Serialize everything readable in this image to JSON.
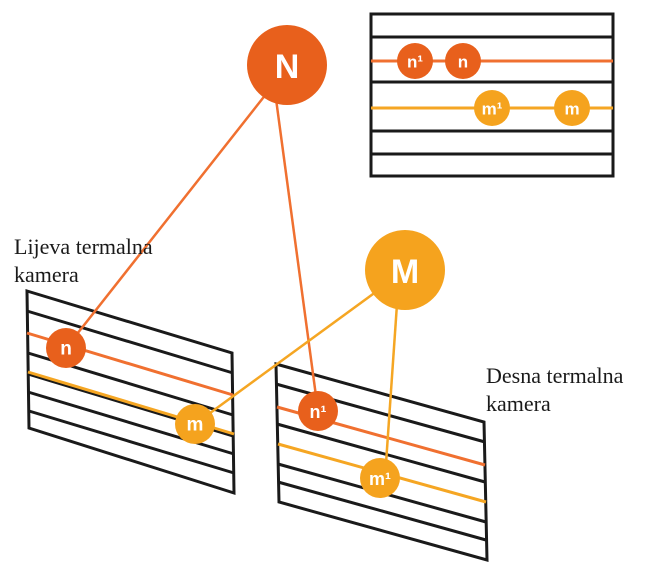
{
  "points": {
    "big_n": "N",
    "big_m": "M",
    "left_n": "n",
    "left_m": "m",
    "right_n": "n¹",
    "right_m": "m¹",
    "inset_n1": "n¹",
    "inset_n": "n",
    "inset_m1": "m¹",
    "inset_m": "m"
  },
  "labels": {
    "left_camera": [
      "Lijeva termalna",
      "kamera"
    ],
    "right_camera": [
      "Desna termalna",
      "kamera"
    ]
  },
  "colors": {
    "n_line": "#f07030",
    "n_node": "#e8601c",
    "m_line": "#f5a623",
    "m_node": "#f5a31e",
    "frame": "#1a1a1a"
  }
}
